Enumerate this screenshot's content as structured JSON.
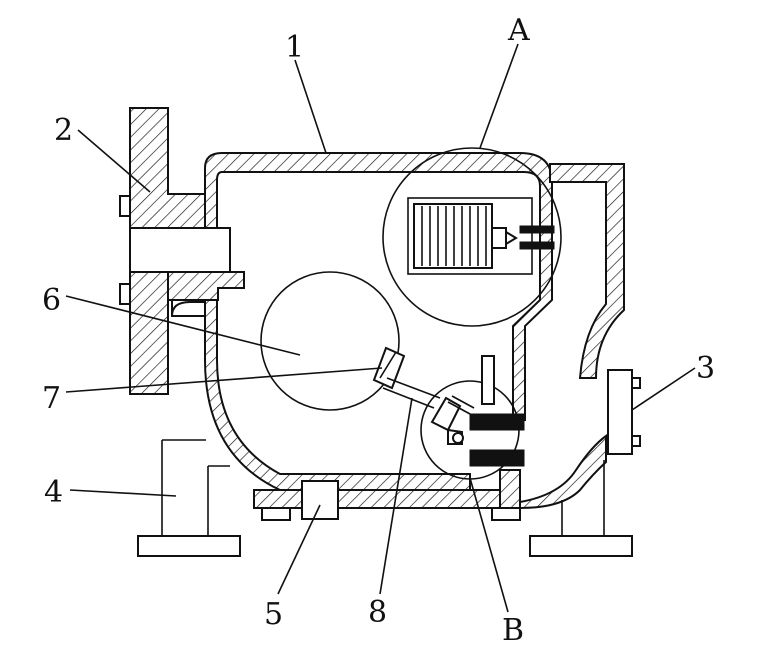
{
  "labels": {
    "l1": "1",
    "l2": "2",
    "l3": "3",
    "l4": "4",
    "l5": "5",
    "l6": "6",
    "l7": "7",
    "l8": "8",
    "lA": "A",
    "lB": "B"
  },
  "colors": {
    "line": "#111111",
    "background": "#ffffff"
  }
}
